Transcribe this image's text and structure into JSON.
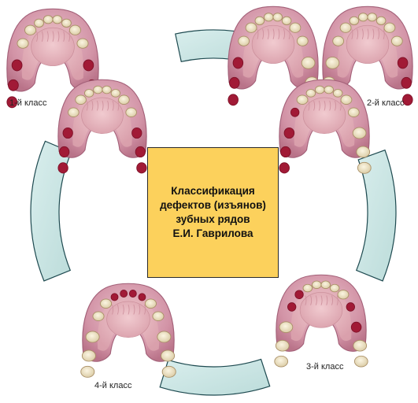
{
  "center": {
    "title": "Классификация\nдефектов (изъянов)\nзубных рядов\nЕ.И. Гаврилова"
  },
  "classes": [
    {
      "label": "1-й класс"
    },
    {
      "label": "2-й класс"
    },
    {
      "label": "3-й класс"
    },
    {
      "label": "4-й класс"
    }
  ],
  "colors": {
    "center_fill": "#fcd15c",
    "ring_fill": "#cbe6e4",
    "ring_stroke": "#1e4a50",
    "gum_outer": "#c77f95",
    "gum_inner": "#b52a48",
    "palate": "#e8b9bf",
    "tooth": "#ece1c2",
    "missing_socket": "#a11a36"
  },
  "icons": [
    "dental-arch-icon"
  ]
}
